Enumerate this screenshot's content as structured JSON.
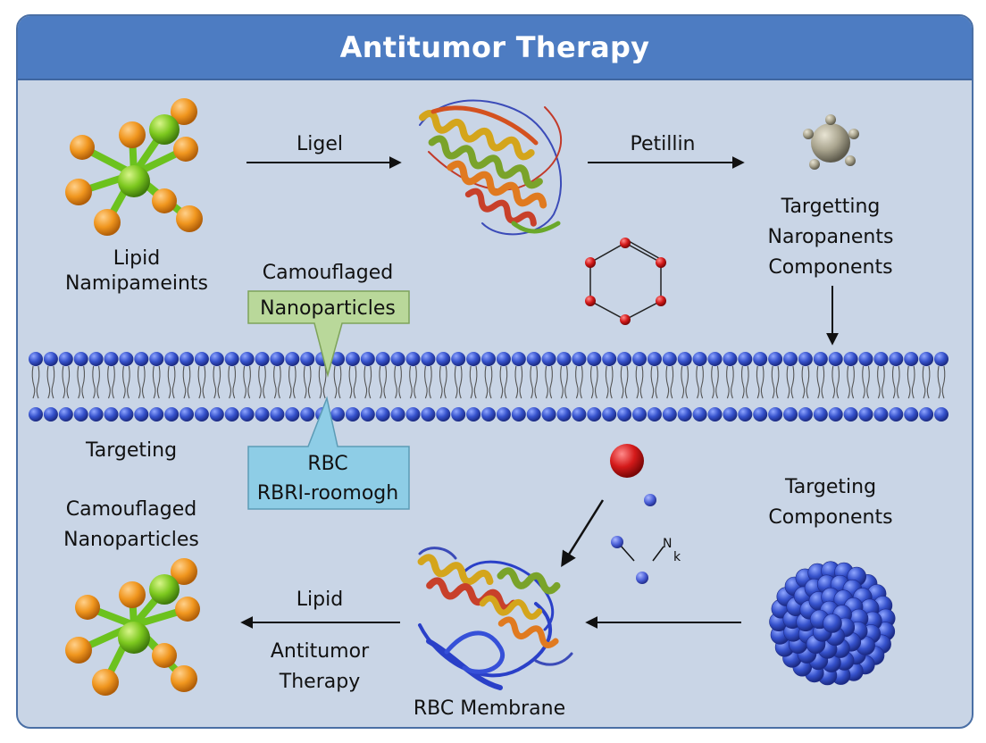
{
  "title": "Antitumor Therapy",
  "labels": {
    "lipid_top": "Lipid",
    "namipameints": "Namipameints",
    "ligel": "Ligel",
    "petillin": "Petillin",
    "targetting": "Targetting",
    "naropanents": "Naropanents",
    "components_top": "Components",
    "camouflaged_top": "Camouflaged",
    "nanoparticles_top": "Nanoparticles",
    "targeting_left": "Targeting",
    "rbc": "RBC",
    "rbri": "RBRI-roomogh",
    "camouflaged_bottom": "Camouflaged",
    "nanoparticles_bottom": "Nanoparticles",
    "targeting_right": "Targeting",
    "components_right": "Components",
    "lipid_bottom": "Lipid",
    "antitumor": "Antitumor",
    "therapy": "Therapy",
    "rbc_membrane": "RBC Membrane",
    "n_label": "N",
    "n_sub": "k"
  },
  "colors": {
    "title_bar": "#4d7cc2",
    "panel": "#c9d5e6",
    "membrane_bead": "#3c4fc8",
    "green_box": "#b9d89a",
    "blue_box": "#8ecde6",
    "red_atom": "#d42020"
  }
}
